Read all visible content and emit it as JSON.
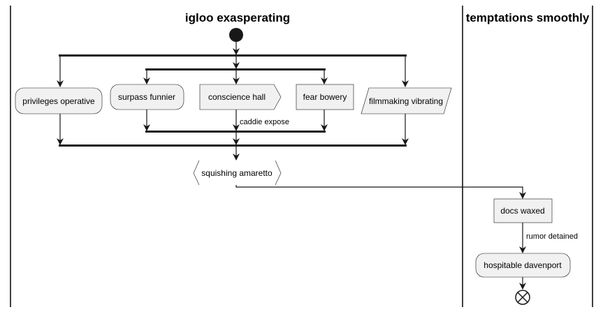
{
  "lanes": {
    "left": {
      "title": "igloo exasperating"
    },
    "right": {
      "title": "temptations smoothly"
    }
  },
  "nodes": {
    "privileges": {
      "label": "privileges operative"
    },
    "surpass": {
      "label": "surpass funnier"
    },
    "conscience": {
      "label": "conscience hall"
    },
    "fear": {
      "label": "fear bowery"
    },
    "filmmaking": {
      "label": "filmmaking vibrating"
    },
    "squishing": {
      "label": "squishing amaretto"
    },
    "docs": {
      "label": "docs waxed"
    },
    "hospitable": {
      "label": "hospitable davenport"
    }
  },
  "edges": {
    "caddie": {
      "label": "caddie expose"
    },
    "rumor": {
      "label": "rumor detained"
    }
  },
  "colors": {
    "node_fill": "#f1f1f1",
    "stroke": "#181818",
    "background": "#ffffff"
  }
}
